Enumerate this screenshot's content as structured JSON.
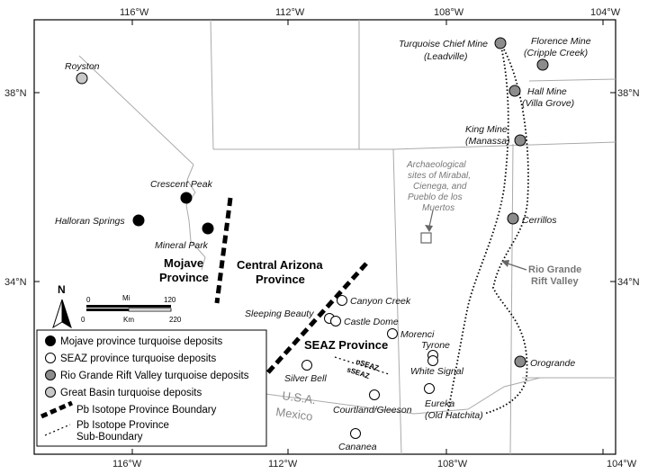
{
  "axes": {
    "lon_top": [
      "116°W",
      "112°W",
      "108°W",
      "104°W"
    ],
    "lon_bottom": [
      "116°W",
      "112°W",
      "108°W",
      "104°W"
    ],
    "lat_left": [
      "38°N",
      "34°N"
    ],
    "lat_right": [
      "38°N",
      "34°N"
    ]
  },
  "provinces": {
    "mojave_1": "Mojave",
    "mojave_2": "Province",
    "central_1": "Central Arizona",
    "central_2": "Province",
    "seaz": "SEAZ Province",
    "nseaz": "nSEAZ",
    "sseaz": "sSEAZ"
  },
  "countries": {
    "usa": "U.S.A.",
    "mexico": "Mexico"
  },
  "sites": {
    "royston": "Royston",
    "crescent_peak": "Crescent Peak",
    "halloran": "Halloran Springs",
    "mineral_park": "Mineral Park",
    "turquoise_chief_1": "Turquoise Chief Mine",
    "turquoise_chief_2": "(Leadville)",
    "florence_1": "Florence Mine",
    "florence_2": "(Cripple Creek)",
    "hall_1": "Hall Mine",
    "hall_2": "(Villa Grove)",
    "king_1": "King Mine",
    "king_2": "(Manassa)",
    "cerrillos": "Cerrillos",
    "orogrande": "Orogrande",
    "canyon_creek": "Canyon Creek",
    "sleeping_beauty": "Sleeping Beauty",
    "castle_dome": "Castle Dome",
    "morenci": "Morenci",
    "tyrone": "Tyrone",
    "white_signal": "White Signal",
    "silver_bell": "Silver Bell",
    "courtland": "Courtland/Gleeson",
    "eureka_1": "Eureka",
    "eureka_2": "(Old Hatchita)",
    "cananea": "Cananea"
  },
  "archaeological": {
    "line1": "Archaeological",
    "line2": "sites of Mirabal,",
    "line3": "Cienega, and",
    "line4": "Pueblo de los",
    "line5": "Muertos"
  },
  "rift_label": {
    "line1": "Rio Grande",
    "line2": "Rift Valley"
  },
  "north_arrow": "N",
  "scale": {
    "mi": "Mi",
    "km": "Km",
    "zero_mi": "0",
    "max_mi": "120",
    "zero_km": "0",
    "max_km": "220"
  },
  "legend": {
    "mojave": "Mojave province turquoise deposits",
    "seaz": "SEAZ province turquoise deposits",
    "rift": "Rio Grande Rift Valley turquoise deposits",
    "great_basin": "Great Basin turquoise deposits",
    "boundary": "Pb Isotope Province Boundary",
    "sub_1": "Pb Isotope Province",
    "sub_2": "Sub-Boundary"
  },
  "colors": {
    "mojave": "#000000",
    "seaz": "#ffffff",
    "rift": "#8c8c8c",
    "great_basin": "#c8c8c8"
  }
}
